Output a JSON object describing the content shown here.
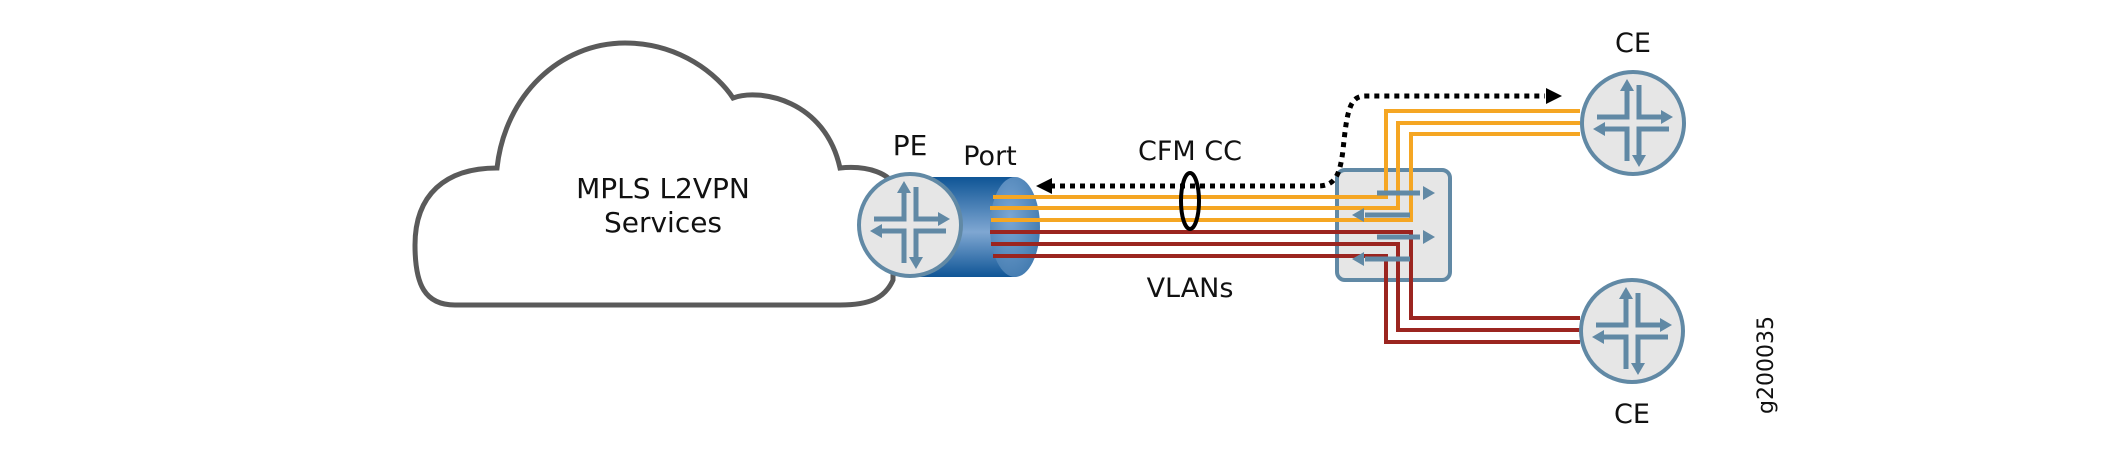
{
  "diagram": {
    "cloud": {
      "line1": "MPLS L2VPN",
      "line2": "Services"
    },
    "pe": {
      "label": "PE"
    },
    "port": {
      "label": "Port"
    },
    "cfm": {
      "label": "CFM CC"
    },
    "vlans": {
      "label": "VLANs"
    },
    "ce_top": {
      "label": "CE"
    },
    "ce_bottom": {
      "label": "CE"
    },
    "figure_id": "g200035",
    "colors": {
      "router_fill": "#e6e6e6",
      "router_stroke": "#6189a5",
      "orange_vlan": "#f5a623",
      "red_vlan": "#9b2520",
      "cloud_stroke": "#5a5a5a",
      "port_blue": "#1a5a96"
    }
  }
}
